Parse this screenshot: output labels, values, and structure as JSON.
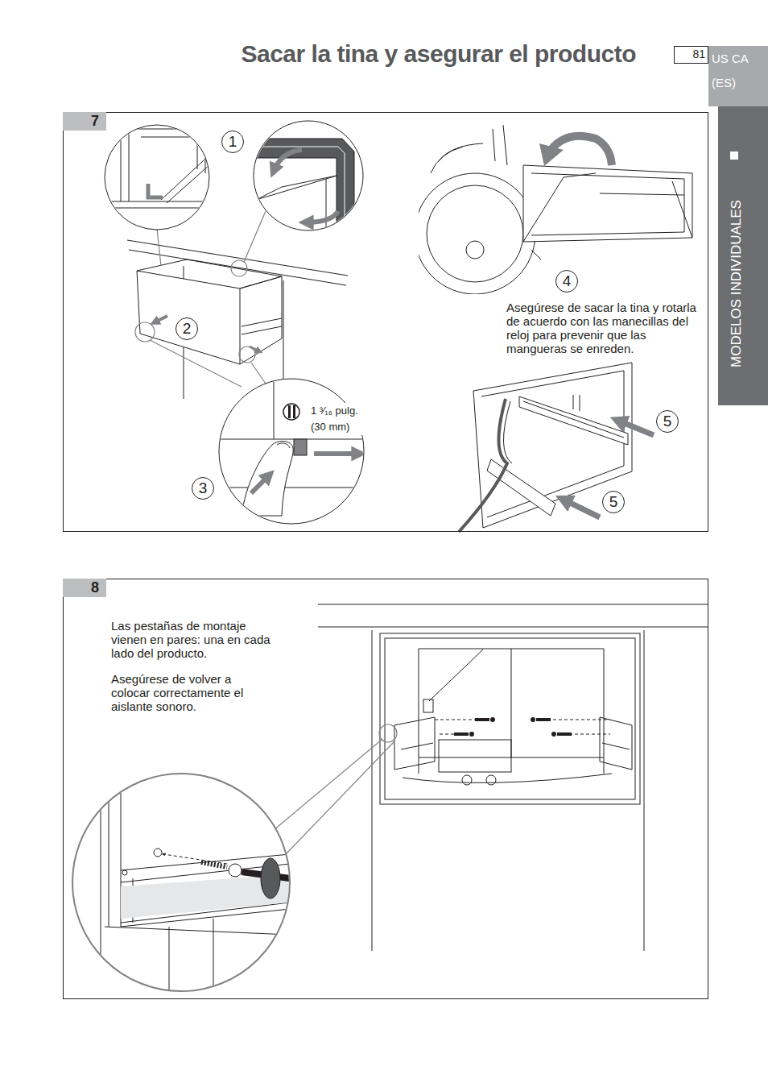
{
  "diagram": {
    "title": "Sacar la tina y asegurar el producto",
    "nodes": [
      {
        "text": [
          "7",
          "Asegúrese de sacar la tina y rotarla de acuerdo con las manecillas del reloj para prevenir que las mangueras se enreden."
        ]
      },
      {
        "text": [
          "8",
          "Las pestañas de montaje vienen en pares: una en cada lado del producto.",
          "Asegúrese de volver a colocar correctamente el aislante sonoro."
        ]
      }
    ],
    "labels": [
      "81",
      "US CA (ES)",
      "MODELOS INDIVIDUALES",
      "1",
      "2",
      "3",
      "1 ³⁄₁₆ pulg. (30 mm)",
      "4",
      "5",
      "5"
    ]
  }
}
